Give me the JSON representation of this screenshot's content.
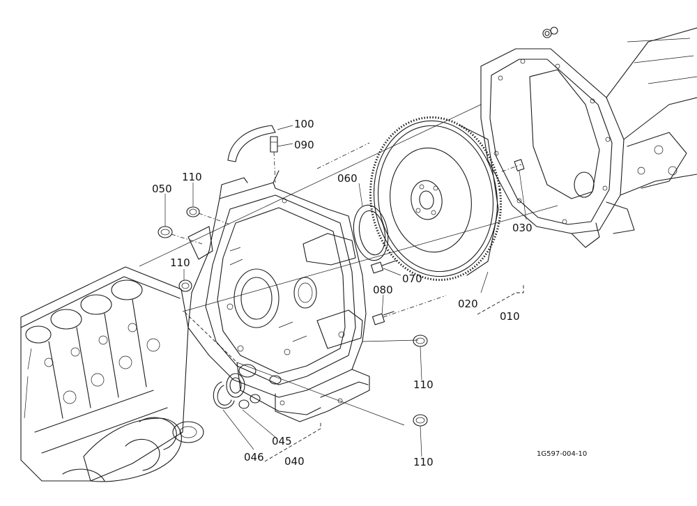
{
  "labels": {
    "p100": "100",
    "p090": "090",
    "p110_top": "110",
    "p050": "050",
    "p060": "060",
    "p110_mid": "110",
    "p030": "030",
    "p070": "070",
    "p080": "080",
    "p020": "020",
    "p010": "010",
    "p110_right_upper": "110",
    "p110_right_lower": "110",
    "p046": "046",
    "p045": "045",
    "p040": "040"
  },
  "reference": "1G597-004-10"
}
